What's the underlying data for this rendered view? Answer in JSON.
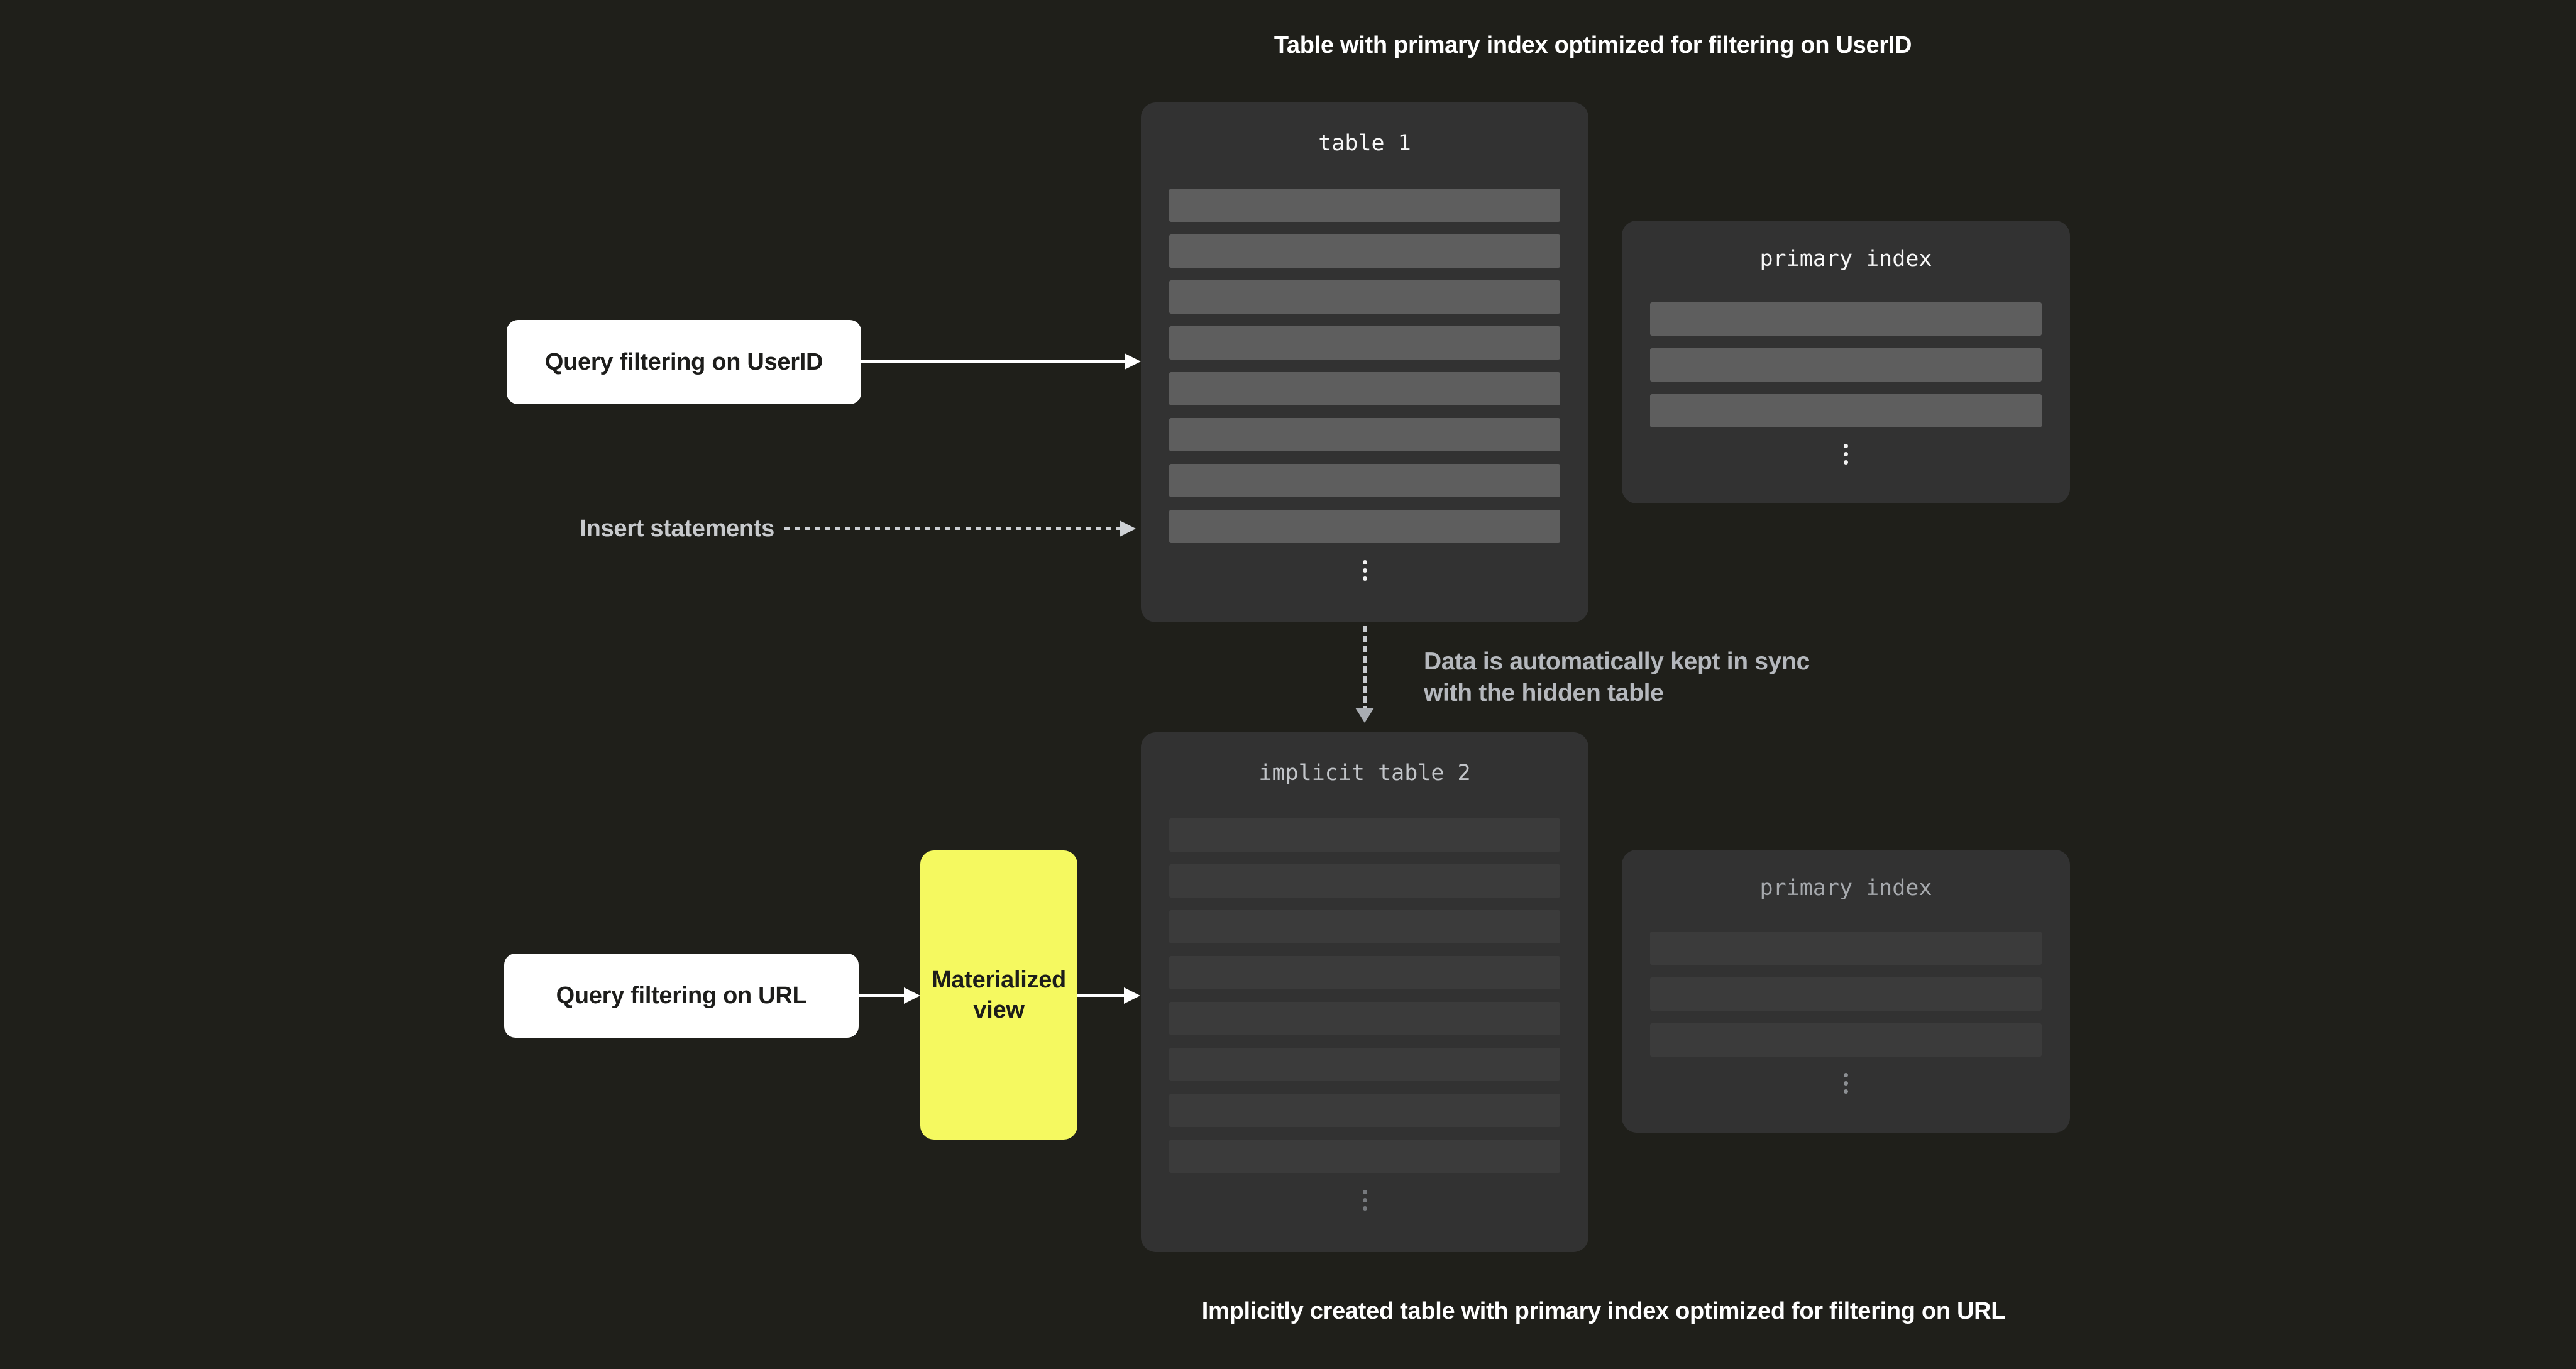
{
  "captions": {
    "top": "Table with primary index optimized for filtering on UserID",
    "bottom": "Implicitly created table with primary index optimized for filtering on URL"
  },
  "panels": {
    "table1": {
      "title": "table 1",
      "row_count": 8
    },
    "primary_index_top": {
      "title": "primary index",
      "row_count": 3
    },
    "table2": {
      "title": "implicit table 2",
      "row_count": 8
    },
    "primary_index_bottom": {
      "title": "primary index",
      "row_count": 3
    }
  },
  "nodes": {
    "query_userid": "Query filtering on UserID",
    "query_url": "Query filtering on URL",
    "materialized_view_line1": "Materialized",
    "materialized_view_line2": "view"
  },
  "labels": {
    "insert_statements": "Insert statements",
    "sync_line1": "Data is automatically kept in sync",
    "sync_line2": "with the hidden table"
  },
  "icons": {
    "vertical_ellipsis": "⋮",
    "arrow_right": "→",
    "arrow_down": "↓"
  },
  "colors": {
    "background": "#1f1f1a",
    "panel": "#323232",
    "row_bright": "#5e5e5e",
    "row_dim": "#3b3b3b",
    "node_white": "#ffffff",
    "node_yellow": "#f5f960",
    "text_white": "#ffffff",
    "text_gray_light": "#c8cacd",
    "text_gray_mid": "#a6a9ad",
    "arrow_white": "#ffffff",
    "arrow_dash_gray": "#ced1d5",
    "text_black": "#1d1d1b"
  }
}
